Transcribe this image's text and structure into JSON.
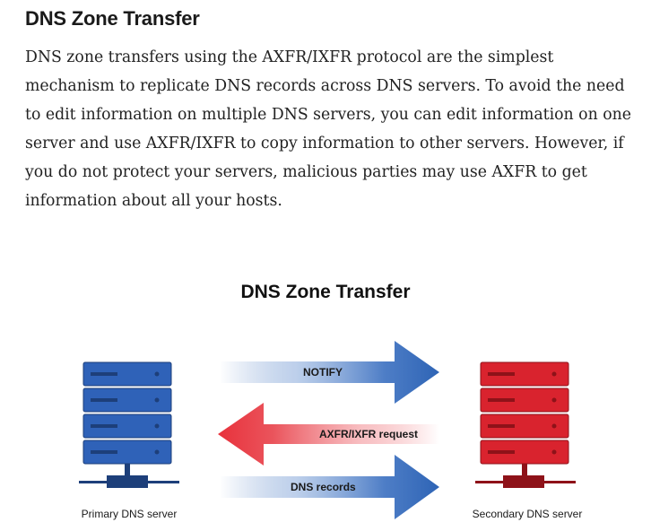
{
  "article": {
    "heading": "DNS Zone Transfer",
    "paragraph": "DNS zone transfers using the AXFR/IXFR protocol are the simplest mechanism to replicate DNS records across DNS servers. To avoid the need to edit information on multiple DNS servers, you can edit information on one server and use AXFR/IXFR to copy information to other servers. However, if you do not protect your servers, malicious parties may use AXFR to get information about all your hosts."
  },
  "diagram": {
    "title": "DNS Zone Transfer",
    "arrows": {
      "notify": "NOTIFY",
      "request": "AXFR/IXFR request",
      "records": "DNS records"
    },
    "servers": {
      "primary": "Primary DNS server",
      "secondary": "Secondary DNS server"
    },
    "colors": {
      "primary_server": "#2f62b8",
      "secondary_server": "#d9232e",
      "blue_arrow": "#2e64b5",
      "red_arrow": "#e8313b"
    },
    "icons": [
      "server-stack-icon",
      "arrow-right-icon",
      "arrow-left-icon"
    ]
  }
}
